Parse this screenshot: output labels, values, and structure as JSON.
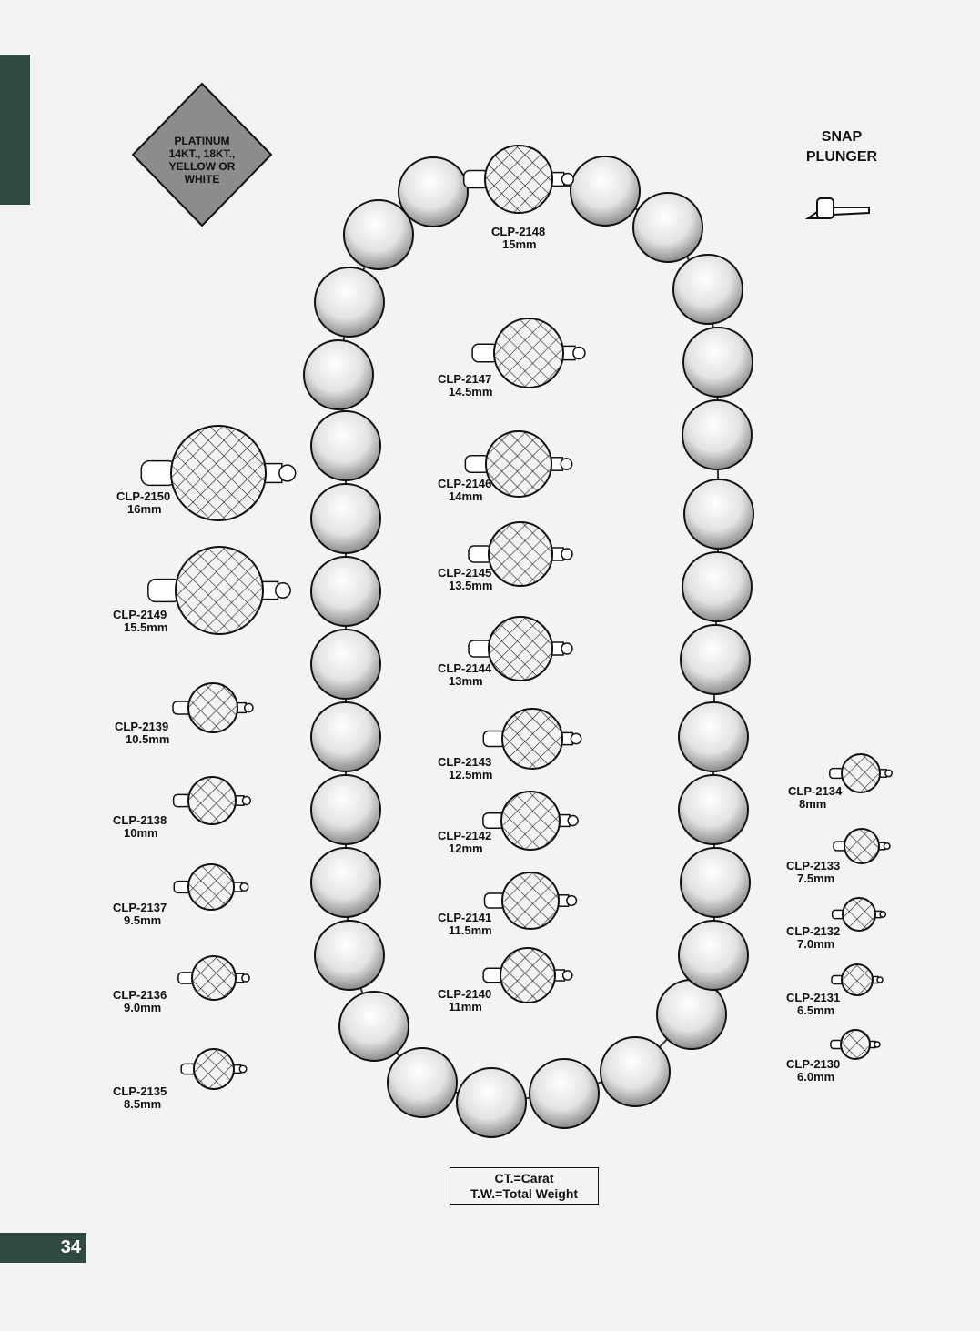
{
  "badge": {
    "lines": [
      "PLATINUM",
      "14KT., 18KT.,",
      "YELLOW OR",
      "WHITE"
    ]
  },
  "snap_plunger": {
    "line1": "SNAP",
    "line2": "PLUNGER"
  },
  "legend": {
    "line1": "CT.=Carat",
    "line2": "T.W.=Total Weight"
  },
  "page_number": "34",
  "clasps": [
    {
      "code": "CLP-2148",
      "size": "15mm"
    },
    {
      "code": "CLP-2147",
      "size": "14.5mm"
    },
    {
      "code": "CLP-2146",
      "size": "14mm"
    },
    {
      "code": "CLP-2145",
      "size": "13.5mm"
    },
    {
      "code": "CLP-2144",
      "size": "13mm"
    },
    {
      "code": "CLP-2143",
      "size": "12.5mm"
    },
    {
      "code": "CLP-2142",
      "size": "12mm"
    },
    {
      "code": "CLP-2141",
      "size": "11.5mm"
    },
    {
      "code": "CLP-2140",
      "size": "11mm"
    },
    {
      "code": "CLP-2150",
      "size": "16mm"
    },
    {
      "code": "CLP-2149",
      "size": "15.5mm"
    },
    {
      "code": "CLP-2139",
      "size": "10.5mm"
    },
    {
      "code": "CLP-2138",
      "size": "10mm"
    },
    {
      "code": "CLP-2137",
      "size": "9.5mm"
    },
    {
      "code": "CLP-2136",
      "size": "9.0mm"
    },
    {
      "code": "CLP-2135",
      "size": "8.5mm"
    },
    {
      "code": "CLP-2134",
      "size": "8mm"
    },
    {
      "code": "CLP-2133",
      "size": "7.5mm"
    },
    {
      "code": "CLP-2132",
      "size": "7.0mm"
    },
    {
      "code": "CLP-2131",
      "size": "6.5mm"
    },
    {
      "code": "CLP-2130",
      "size": "6.0mm"
    }
  ]
}
